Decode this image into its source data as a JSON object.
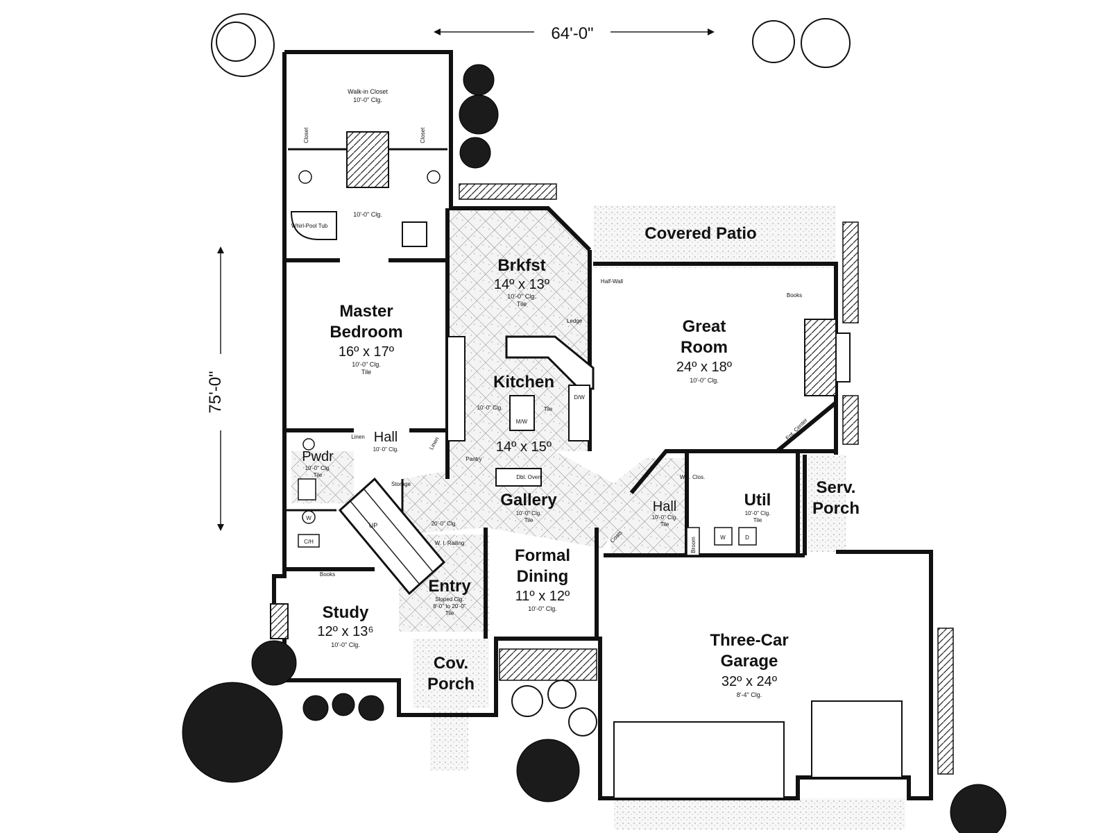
{
  "dimensions": {
    "width": "64'-0\"",
    "depth": "75'-0\""
  },
  "rooms": {
    "walkin_closet": {
      "name": "Walk-in Closet",
      "ceiling": "10'-0\" Clg."
    },
    "bath": {
      "ceiling": "10'-0\" Clg.",
      "tub": "Whirl-Pool Tub",
      "closet_left": "Closet",
      "closet_right": "Closet"
    },
    "master": {
      "name1": "Master",
      "name2": "Bedroom",
      "size": "16º x 17º",
      "note1": "10'-0\" Clg.",
      "note2": "Tile"
    },
    "brkfst": {
      "name": "Brkfst",
      "size": "14º x 13º",
      "note1": "10'-0\" Clg.",
      "note2": "Tile"
    },
    "patio": {
      "name": "Covered Patio"
    },
    "great": {
      "name1": "Great",
      "name2": "Room",
      "size": "24º x 18º",
      "note": "10'-0\" Clg.",
      "books": "Books",
      "halfwall": "Half-Wall",
      "ent": "Ent. Center"
    },
    "kitchen": {
      "name": "Kitchen",
      "size": "14º x 15º",
      "ceiling": "10'-0\" Clg.",
      "tile": "Tile",
      "ledge": "Ledge",
      "pantry": "Pantry",
      "dbl_oven": "Dbl. Oven",
      "mw": "M/W",
      "dw": "D/W"
    },
    "hall_left": {
      "name": "Hall",
      "ceiling": "10'-0\" Clg.",
      "linen": "Linen",
      "linen2": "Linen"
    },
    "pwdr": {
      "name": "Pwdr",
      "ceiling": "10'-0\" Clg.",
      "tile": "Tile"
    },
    "gallery": {
      "name": "Gallery",
      "ceiling": "10'-0\" Clg.",
      "tile": "Tile",
      "clg2": "20'-0\" Clg.",
      "railing": "W. I. Railing",
      "storage": "Storage",
      "up": "UP"
    },
    "hall_right": {
      "name": "Hall",
      "ceiling": "10'-0\" Clg.",
      "tile": "Tile",
      "coats": "Coats",
      "wi_clos": "W. I. Clos."
    },
    "util": {
      "name": "Util",
      "ceiling": "10'-0\" Clg.",
      "tile": "Tile",
      "broom": "Broom",
      "w": "W",
      "d": "D"
    },
    "serv_porch": {
      "name1": "Serv.",
      "name2": "Porch"
    },
    "formal_dining": {
      "name1": "Formal",
      "name2": "Dining",
      "size": "11º x 12º",
      "note": "10'-0\" Clg."
    },
    "entry": {
      "name": "Entry",
      "note1": "Sloped Clg.",
      "note2": "8'-0\" to 20'-0\"",
      "note3": "Tile"
    },
    "study": {
      "name": "Study",
      "size": "12º x 13⁶",
      "note": "10'-0\" Clg.",
      "books": "Books"
    },
    "cov_porch": {
      "name1": "Cov.",
      "name2": "Porch"
    },
    "garage": {
      "name1": "Three-Car",
      "name2": "Garage",
      "size": "32º x 24º",
      "note": "8'-4\" Clg."
    },
    "wh": {
      "w": "W",
      "ch": "C/H"
    }
  }
}
